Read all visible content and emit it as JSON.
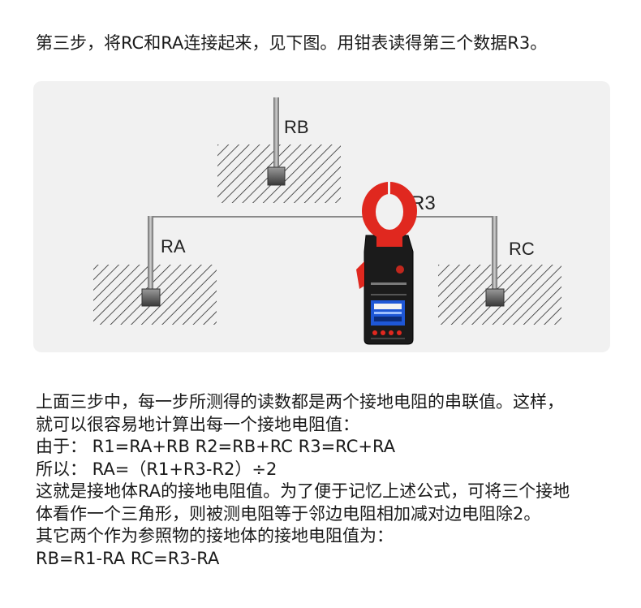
{
  "heading": "第三步，将RC和RA连接起来，见下图。用钳表读得第三个数据R3。",
  "diagram": {
    "labels": {
      "rb": "RB",
      "ra": "RA",
      "rc": "RC",
      "r3": "R3"
    }
  },
  "body_lines": [
    "上面三步中，每一步所测得的读数都是两个接地电阻的串联值。这样，",
    "就可以很容易地计算出每一个接地电阻值：",
    "由于： R1=RA+RB  R2=RB+RC  R3=RC+RA",
    "所以： RA=（R1+R3-R2）÷2",
    "这就是接地体RA的接地电阻值。为了便于记忆上述公式，可将三个接地",
    "体看作一个三角形，则被测电阻等于邻边电阻相加减对边电阻除2。",
    "其它两个作为参照物的接地体的接地电阻值为：",
    "RB=R1-RA  RC=R3-RA"
  ],
  "colors": {
    "panel_bg": "#f1f1f1",
    "clamp_red": "#e0281f",
    "body_black": "#1b1b1b",
    "screen_blue": "#1e57d6"
  }
}
